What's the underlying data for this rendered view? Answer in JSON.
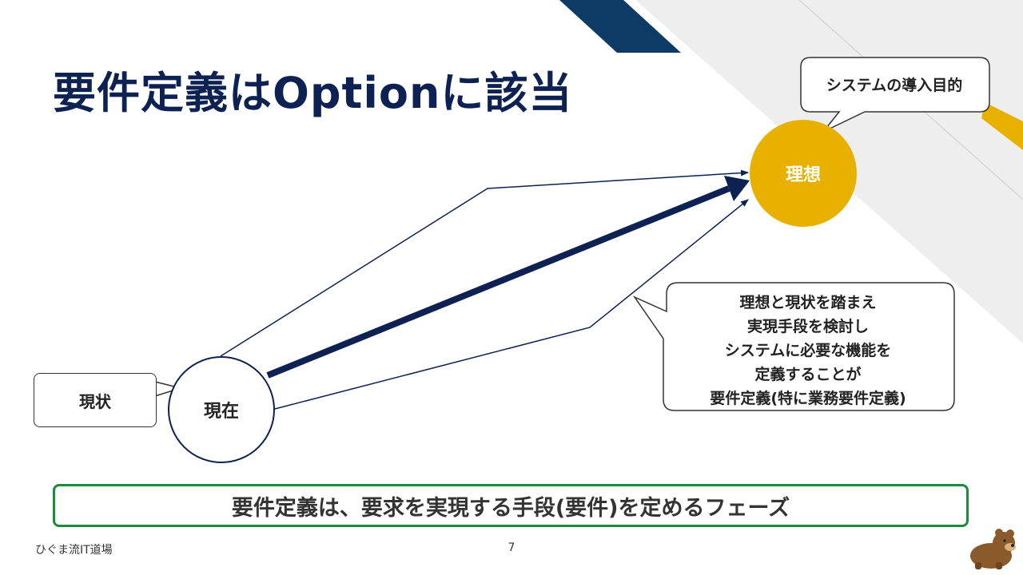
{
  "title": "要件定義はOptionに該当",
  "diagram": {
    "goal_bubble": "システムの導入目的",
    "ideal_node": "理想",
    "current_bubble": "現状",
    "current_node": "現在",
    "explanation_lines": [
      "理想と現状を踏まえ",
      "実現手段を検討し",
      "システムに必要な機能を",
      "定義することが",
      "要件定義(特に業務要件定義)"
    ]
  },
  "summary": "要件定義は、要求を実現する手段(要件)を定めるフェーズ",
  "footer": {
    "brand": "ひぐま流IT道場",
    "page_number": "7"
  },
  "colors": {
    "navy": "#0d2152",
    "gold": "#e8b100",
    "green_border": "#1e8a3c",
    "light_gray": "#eeeeee"
  },
  "icons": [
    "bear-mascot-icon"
  ]
}
